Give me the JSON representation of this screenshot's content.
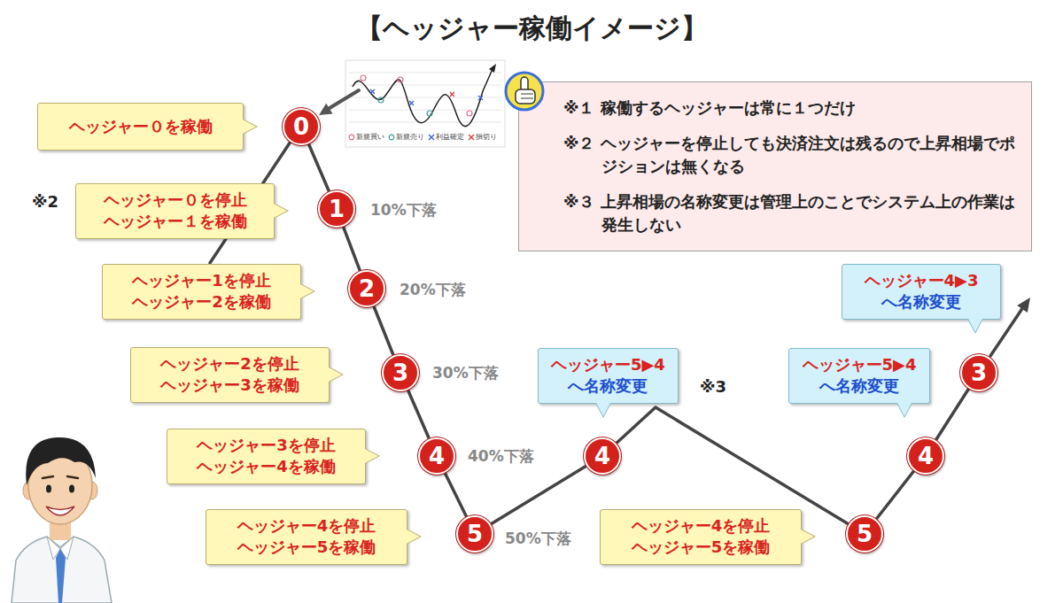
{
  "diagram": {
    "title": "【ヘッジャー稼働イメージ】",
    "nodes": [
      {
        "text": [
          "0"
        ]
      },
      {
        "text": [
          "ヘッジャー０を稼働"
        ]
      },
      {
        "text": [
          "※１ 稼働するヘッジャーは常に１つだけ",
          "※２ ヘッジャーを停止しても決済注文は残るので上昇相場でポジションは無くなる",
          "※３ 上昇相場の名称変更は管理上のことでシステム上の作業は発生しない"
        ]
      },
      {
        "text": [
          "1"
        ]
      },
      {
        "text": [
          "ヘッジャー０を停止",
          "ヘッジャー１を稼働"
        ]
      },
      {
        "text": [
          "2"
        ]
      },
      {
        "text": [
          "ヘッジャー1を停止",
          "ヘッジャー2を稼働"
        ]
      },
      {
        "text": [
          "3"
        ]
      },
      {
        "text": [
          "ヘッジャー2を停止",
          "ヘッジャー3を稼働"
        ]
      },
      {
        "text": [
          "4"
        ]
      },
      {
        "text": [
          "ヘッジャー3を停止",
          "ヘッジャー4を稼働"
        ]
      },
      {
        "text": [
          "5"
        ]
      },
      {
        "text": [
          "ヘッジャー4を停止",
          "ヘッジャー5を稼働"
        ]
      },
      {
        "text": [
          "4"
        ]
      },
      {
        "text": [
          "ヘッジャー5▶4",
          "へ名称変更"
        ]
      },
      {
        "text": [
          "5"
        ]
      },
      {
        "text": [
          "ヘッジャー4を停止",
          "ヘッジャー5を稼働"
        ]
      },
      {
        "text": [
          "4"
        ]
      },
      {
        "text": [
          "ヘッジャー5▶4",
          "へ名称変更"
        ]
      },
      {
        "text": [
          "3"
        ]
      },
      {
        "text": [
          "ヘッジャー4▶3",
          "へ名称変更"
        ]
      }
    ],
    "edges": [
      {
        "from": 0,
        "to": 3,
        "arrow": "none"
      },
      {
        "from": 3,
        "to": 5,
        "arrow": "none"
      },
      {
        "from": 5,
        "to": 7,
        "arrow": "none"
      },
      {
        "from": 7,
        "to": 9,
        "arrow": "none"
      },
      {
        "from": 9,
        "to": 11,
        "arrow": "none"
      },
      {
        "from": 11,
        "to": 13,
        "arrow": "none"
      },
      {
        "from": 13,
        "to": 15,
        "arrow": "none"
      },
      {
        "from": 15,
        "to": 17,
        "arrow": "none"
      },
      {
        "from": 17,
        "to": 19,
        "arrow": "none"
      }
    ],
    "labels": [
      "※2",
      "10%下落",
      "20%下落",
      "30%下落",
      "40%下落",
      "※3",
      "50%下落"
    ],
    "legend": [
      {
        "text": "新規買い"
      },
      {
        "text": "新規売り"
      },
      {
        "text": "利益確定"
      },
      {
        "text": "損切り"
      }
    ]
  }
}
